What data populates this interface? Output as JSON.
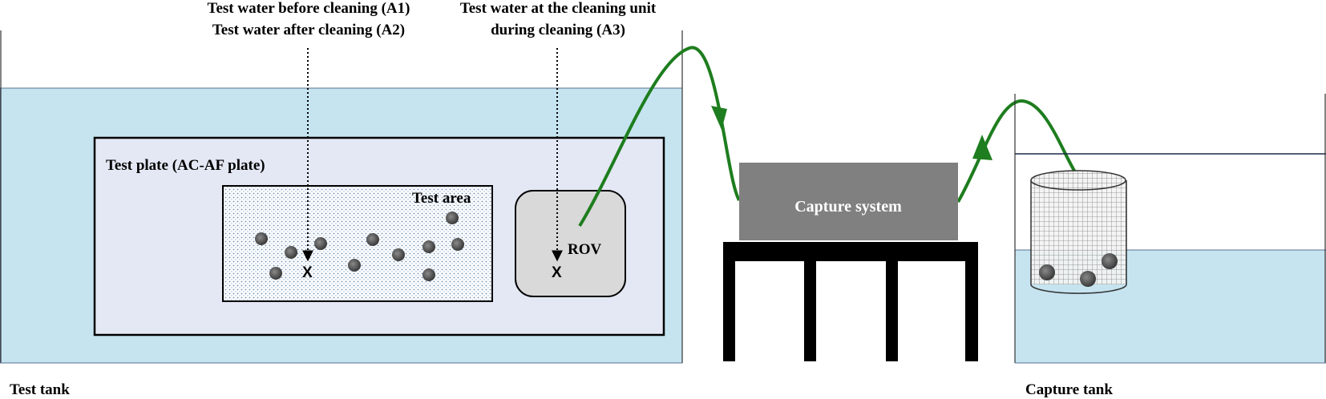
{
  "labels": {
    "probe_a1": "Test water before cleaning (A1)",
    "probe_a2": "Test water after cleaning (A2)",
    "probe_a3_line1": "Test water at the cleaning unit",
    "probe_a3_line2": "during cleaning (A3)",
    "test_plate": "Test plate (AC-AF plate)",
    "test_area": "Test area",
    "rov": "ROV",
    "capture_system": "Capture system",
    "test_tank": "Test tank",
    "capture_tank": "Capture tank",
    "sample_mark_1": "X",
    "sample_mark_2": "X"
  },
  "colors": {
    "water": "#c5e4f0",
    "plate": "#e3e8f4",
    "rov_body": "#d9d9d9",
    "capture_system": "#808080",
    "flow_arrow": "#1e7d1e",
    "stand": "#000000",
    "debris": "#4a4a4a"
  },
  "icons": {
    "debris": "fouling-particle-icon",
    "flow": "green-flow-arrow-icon",
    "probe": "dotted-sampling-arrow-icon"
  }
}
